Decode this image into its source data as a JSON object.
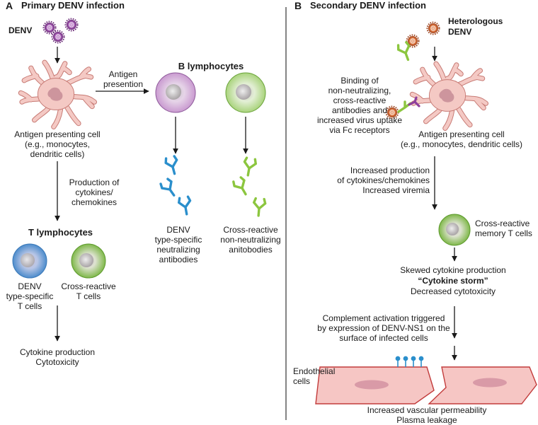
{
  "panel_a": {
    "letter": "A",
    "title": "Primary DENV infection",
    "virus_label": "DENV",
    "apc_label": [
      "Antigen presenting cell",
      "(e.g., monocytes,",
      "dendritic cells)"
    ],
    "antigen_arrow": [
      "Antigen",
      "presention"
    ],
    "b_title": "B lymphocytes",
    "production": [
      "Production of",
      "cytokines/",
      "chemokines"
    ],
    "t_title": "T lymphocytes",
    "denv_tcells": [
      "DENV",
      "type-specific",
      "T cells"
    ],
    "cross_tcells": [
      "Cross-reactive",
      "T cells"
    ],
    "denv_antibodies": [
      "DENV",
      "type-specific",
      "neutralizing",
      "antibodies"
    ],
    "cross_antibodies": [
      "Cross-reactive",
      "non-neutralizing",
      "anitobodies"
    ],
    "outcome": [
      "Cytokine production",
      "Cytotoxicity"
    ]
  },
  "panel_b": {
    "letter": "B",
    "title": "Secondary DENV infection",
    "virus_label": [
      "Heterologous",
      "DENV"
    ],
    "binding": [
      "Binding of",
      "non-neutralizing,",
      "cross-reactive",
      "antibodies and",
      "increased virus uptake",
      "via Fc receptors"
    ],
    "apc_label": [
      "Antigen presenting cell",
      "(e.g., monocytes, dendritic cells)"
    ],
    "increased": [
      "Increased production",
      "of cytokines/chemokines",
      "Increased viremia"
    ],
    "memory": [
      "Cross-reactive",
      "memory T cells"
    ],
    "skewed": "Skewed cytokine production",
    "storm": "“Cytokine storm”",
    "decreased": "Decreased cytotoxicity",
    "complement": [
      "Complement activation triggered",
      "by expression of DENV-NS1 on the",
      "surface of infected cells"
    ],
    "endothelial": [
      "Endothelial",
      "cells"
    ],
    "outcome": [
      "Increased vascular permeability",
      "Plasma leakage"
    ]
  },
  "colors": {
    "virus": "#8e3f9c",
    "virus_b": "#d9703a",
    "apc": "#f4c9c4",
    "apc_stroke": "#c77a74",
    "b_cell_purple": "#d8b6dc",
    "b_cell_green": "#cde7b1",
    "t_cell_blue": "#8fb4dd",
    "antibody_blue": "#2b8fcc",
    "antibody_green": "#8cc63f",
    "antibody_purple": "#8e3f9c",
    "endothelium": "#f6c6c4",
    "endothelium_stroke": "#c23b3b"
  }
}
